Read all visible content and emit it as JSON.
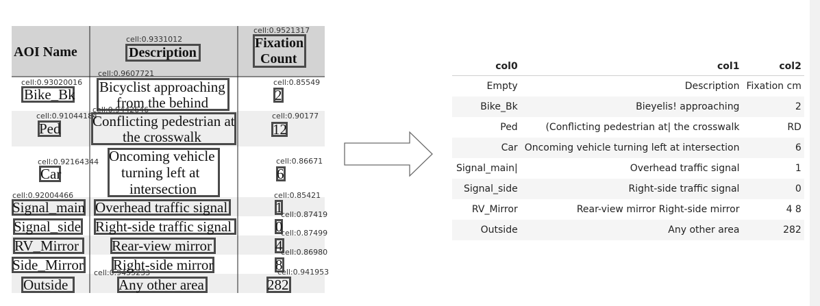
{
  "source_table": {
    "header": {
      "aoi_name": "AOI Name",
      "description": "Description",
      "fixation_line1": "Fixation",
      "fixation_line2": "Count"
    },
    "rows": [
      {
        "aoi": "Bike_Bk",
        "desc1": "Bicyclist approaching",
        "desc2": "from the behind",
        "count": "2"
      },
      {
        "aoi": "Ped",
        "desc1": "Conflicting pedestrian at",
        "desc2": "the crosswalk",
        "count": "12"
      },
      {
        "aoi": "Car",
        "desc1": "Oncoming vehicle",
        "desc2": "turning left at",
        "desc3": "intersection",
        "count": "6"
      },
      {
        "aoi": "Signal_main",
        "desc1": "Overhead traffic signal",
        "count": "1"
      },
      {
        "aoi": "Signal_side",
        "desc1": "Right-side traffic signal",
        "count": "0"
      },
      {
        "aoi": "RV_Mirror",
        "desc1": "Rear-view mirror",
        "count": "4"
      },
      {
        "aoi": "Side_Mirror",
        "desc1": "Right-side mirror",
        "count": "8"
      },
      {
        "aoi": "Outside",
        "desc1": "Any other area",
        "count": "282"
      }
    ],
    "cell_labels": {
      "desc_header": "cell:0.9331012",
      "count_header": "cell:0.9521317",
      "bike_desc": "cell:0.9607721",
      "bike_aoi": "cell:0.93020016",
      "bike_count": "cell:0.85549",
      "ped_aoi": "cell:0.91044184",
      "ped_count": "cell:0.90177",
      "car_aoi": "cell:0.92164344",
      "car_count": "cell:0.86671",
      "sig_aoi": "cell:0.92004466",
      "sig_count": "cell:0.85421",
      "sig_count2": "cell:0.87419",
      "side_count": "cell:0.87499",
      "rv_count": "cell:0.86980",
      "out_count": "cell:0.941953",
      "overlap1": "cell:0.9442646",
      "overlap2": "cell:0.9455233"
    }
  },
  "dataframe": {
    "columns": [
      "col0",
      "col1",
      "col2"
    ],
    "rows": [
      [
        "Empty",
        "Description",
        "Fixation cm"
      ],
      [
        "Bike_Bk",
        "Bieyelis! approaching",
        "2"
      ],
      [
        "Ped",
        "(Conflicting pedestrian at| the crosswalk",
        "RD"
      ],
      [
        "Car",
        "Oncoming vehicle turning left at intersection",
        "6"
      ],
      [
        "Signal_main|",
        "Overhead traffic signal",
        "1"
      ],
      [
        "Signal_side",
        "Right-side traffic signal",
        "0"
      ],
      [
        "RV_Mirror",
        "Rear-view mirror Right-side mirror",
        "4 8"
      ],
      [
        "Outside",
        "Any other area",
        "282"
      ]
    ]
  },
  "colors": {
    "header_bg": "#d3d3d3",
    "stripe_bg": "#eeeeee",
    "box": "#4a4a4a",
    "df_stripe": "#f5f5f5"
  },
  "icons": {
    "arrow": "right-arrow-icon"
  }
}
